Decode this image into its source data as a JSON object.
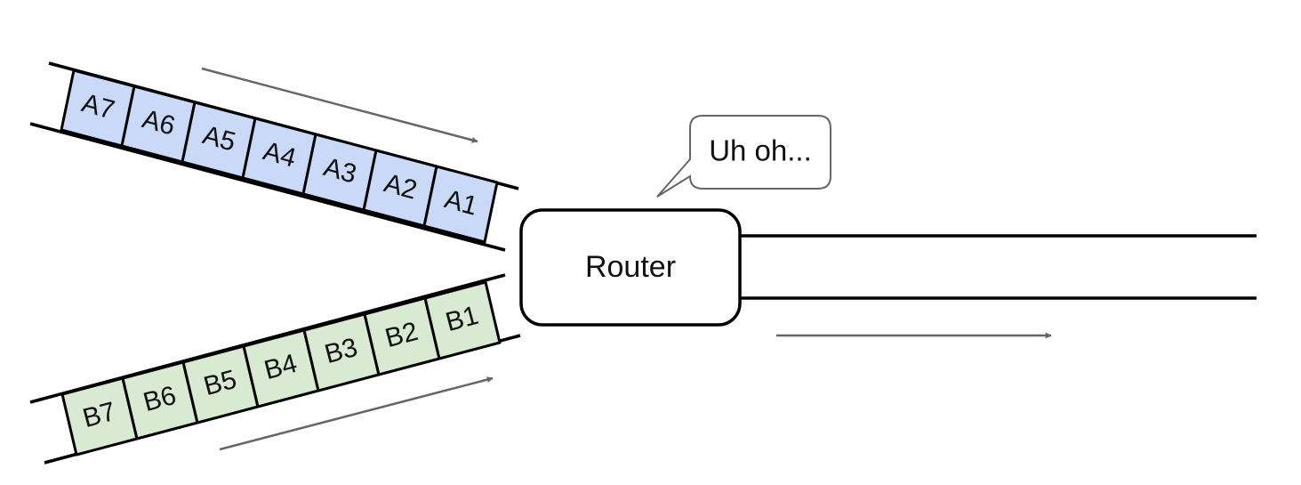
{
  "router": {
    "label": "Router"
  },
  "speech_bubble": {
    "text": "Uh oh..."
  },
  "queues": {
    "a": {
      "packets": [
        "A7",
        "A6",
        "A5",
        "A4",
        "A3",
        "A2",
        "A1"
      ]
    },
    "b": {
      "packets": [
        "B7",
        "B6",
        "B5",
        "B4",
        "B3",
        "B2",
        "B1"
      ]
    }
  },
  "colors": {
    "queue_a_fill": "#c9d9f7",
    "queue_b_fill": "#d9ead3",
    "line": "#000000",
    "arrow": "#666666",
    "bubble_border": "#666666"
  }
}
